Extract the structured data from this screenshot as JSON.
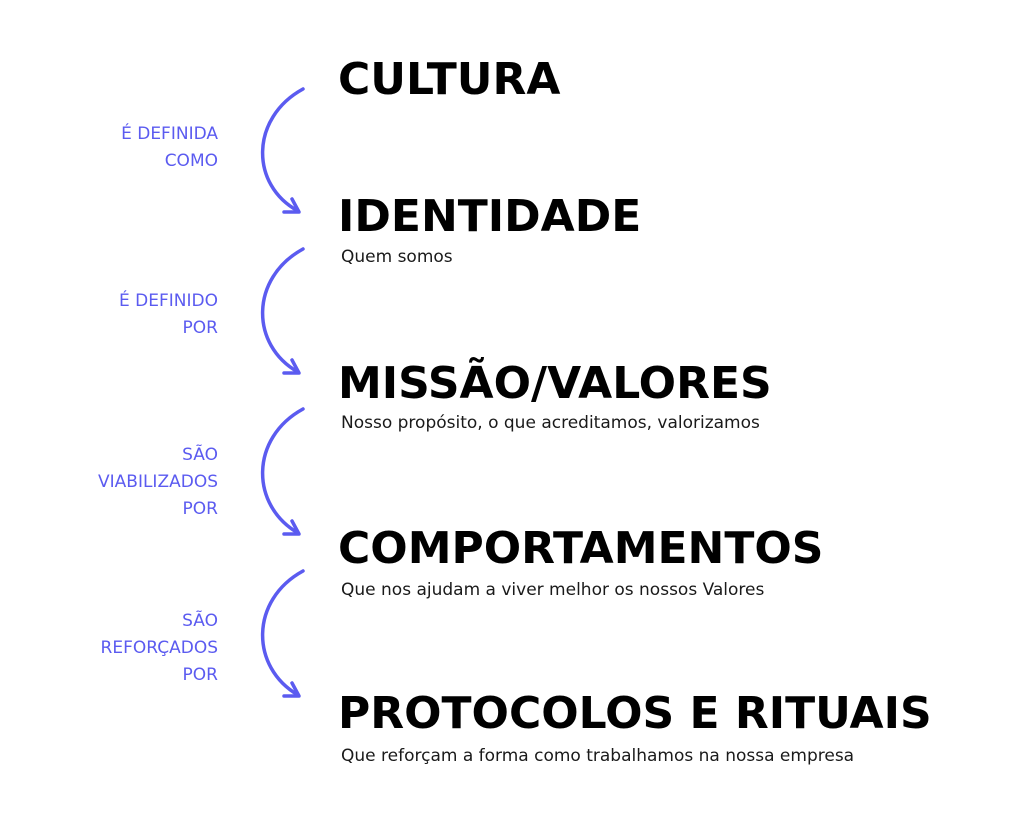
{
  "colors": {
    "accent": "#5b5bf0",
    "heading": "#000000",
    "subtext": "#1a1a1a"
  },
  "stages": [
    {
      "title": "CULTURA",
      "subtitle": ""
    },
    {
      "title": "IDENTIDADE",
      "subtitle": "Quem somos"
    },
    {
      "title": "MISSÃO/VALORES",
      "subtitle": "Nosso propósito, o que acreditamos, valorizamos"
    },
    {
      "title": "COMPORTAMENTOS",
      "subtitle": "Que nos ajudam a viver melhor os nossos Valores"
    },
    {
      "title": "PROTOCOLOS E RITUAIS",
      "subtitle": "Que reforçam a forma como trabalhamos na nossa empresa"
    }
  ],
  "connectors": [
    {
      "lines": [
        "É DEFINIDA",
        "COMO"
      ]
    },
    {
      "lines": [
        "É DEFINIDO",
        "POR"
      ]
    },
    {
      "lines": [
        "SÃO",
        "VIABILIZADOS",
        "POR"
      ]
    },
    {
      "lines": [
        "SÃO",
        "REFORÇADOS",
        "POR"
      ]
    }
  ]
}
